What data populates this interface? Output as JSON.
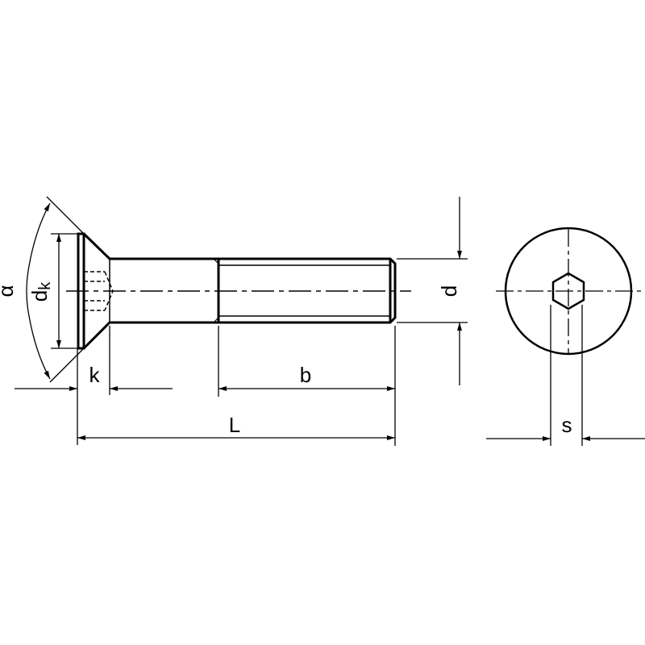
{
  "labels": {
    "alpha": "α",
    "dk_main": "d",
    "dk_sub": "k",
    "k": "k",
    "b": "b",
    "L": "L",
    "d": "d",
    "s": "s"
  },
  "colors": {
    "line": "#000000",
    "background": "#ffffff"
  }
}
